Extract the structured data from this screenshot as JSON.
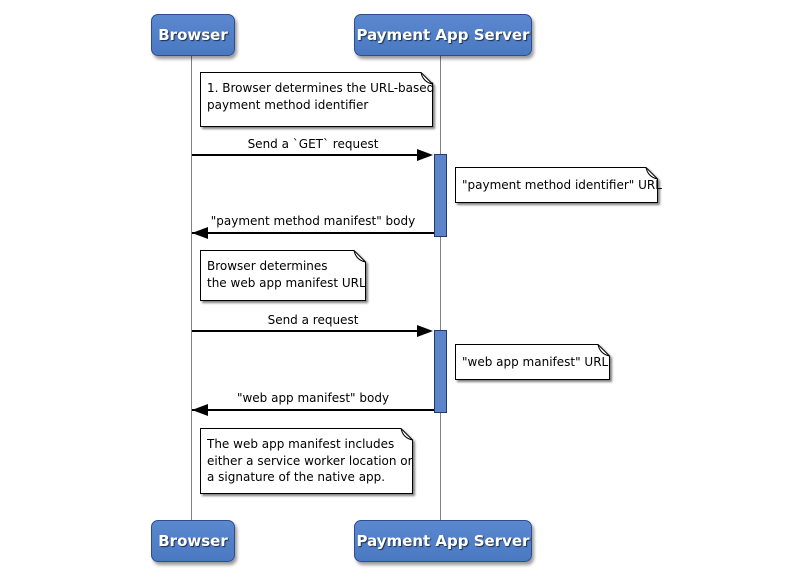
{
  "colors": {
    "actor_fill": "#4a79c2",
    "actor_fill_light": "#5b88cf",
    "actor_border": "#2d4d8e",
    "actor_text": "#ffffff",
    "activation_fill": "#5b84c9",
    "activation_border": "#1f3a6e",
    "lifeline": "#808080",
    "note_fill": "#ffffff",
    "note_border": "#000000",
    "arrow": "#000000",
    "background": "#ffffff"
  },
  "actors": {
    "browser": "Browser",
    "server": "Payment App Server"
  },
  "messages": {
    "m1": "Send a `GET` request",
    "m2": "\"payment method manifest\" body",
    "m3": "Send a request",
    "m4": "\"web app manifest\" body"
  },
  "notes": {
    "note1": {
      "lines": [
        "1. Browser determines the URL-based",
        "payment method identifier"
      ]
    },
    "noteR1": {
      "lines": [
        "\"payment method identifier\" URL"
      ]
    },
    "note2": {
      "lines": [
        "Browser determines",
        "the web app manifest URL"
      ]
    },
    "noteR2": {
      "lines": [
        "\"web app manifest\" URL"
      ]
    },
    "note3": {
      "lines": [
        "The web app manifest includes",
        "either a service worker location or",
        "a signature of the native app."
      ]
    }
  }
}
